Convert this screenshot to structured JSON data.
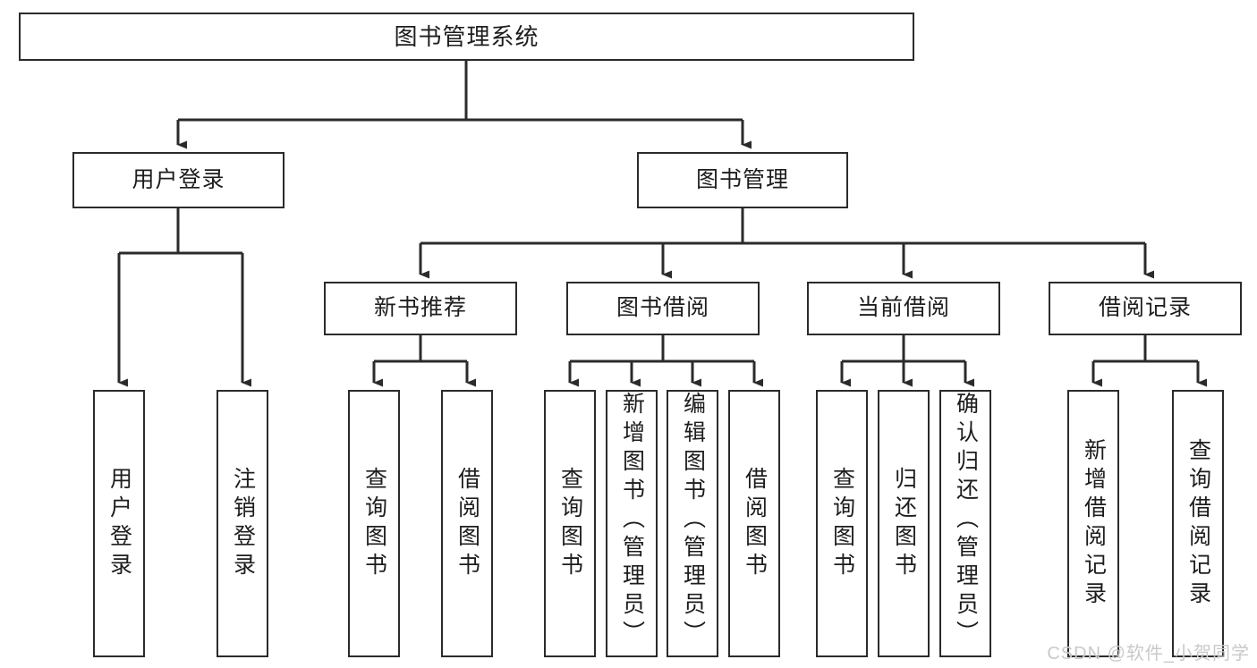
{
  "diagram": {
    "title": "图书管理系统",
    "type": "tree-hierarchy",
    "root": {
      "label": "图书管理系统"
    },
    "level2": [
      {
        "label": "用户登录"
      },
      {
        "label": "图书管理"
      }
    ],
    "level3": [
      {
        "label": "新书推荐"
      },
      {
        "label": "图书借阅"
      },
      {
        "label": "当前借阅"
      },
      {
        "label": "借阅记录"
      }
    ],
    "leaves": [
      {
        "label": "用户登录",
        "parent": "用户登录"
      },
      {
        "label": "注销登录",
        "parent": "用户登录"
      },
      {
        "label": "查询图书",
        "parent": "新书推荐"
      },
      {
        "label": "借阅图书",
        "parent": "新书推荐"
      },
      {
        "label": "查询图书",
        "parent": "图书借阅"
      },
      {
        "label": "新增图书（管理员）",
        "parent": "图书借阅"
      },
      {
        "label": "编辑图书（管理员）",
        "parent": "图书借阅"
      },
      {
        "label": "借阅图书",
        "parent": "图书借阅"
      },
      {
        "label": "查询图书",
        "parent": "当前借阅"
      },
      {
        "label": "归还图书",
        "parent": "当前借阅"
      },
      {
        "label": "确认归还（管理员）",
        "parent": "当前借阅"
      },
      {
        "label": "新增借阅记录",
        "parent": "借阅记录"
      },
      {
        "label": "查询借阅记录",
        "parent": "借阅记录"
      }
    ]
  },
  "watermark": {
    "text": "CSDN @软件_小贺同学"
  },
  "colors": {
    "stroke": "#2b2b2b",
    "fill": "#ffffff",
    "text": "#1d1d1d",
    "watermark": "#c9c9c9"
  }
}
